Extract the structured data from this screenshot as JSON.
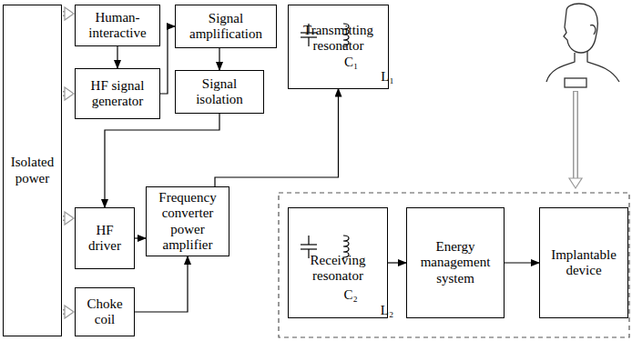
{
  "diagram": {
    "nodes": [
      {
        "text": [
          "Isolated power"
        ]
      },
      {
        "text": [
          "Human-interactive"
        ]
      },
      {
        "text": [
          "HF signal generator"
        ]
      },
      {
        "text": [
          "Signal amplification"
        ]
      },
      {
        "text": [
          "Signal isolation"
        ]
      },
      {
        "text": [
          "Transmitting resonator"
        ]
      },
      {
        "text": [
          "HF driver"
        ]
      },
      {
        "text": [
          "Frequency converter power amplifier"
        ]
      },
      {
        "text": [
          "Choke coil"
        ]
      },
      {
        "text": [
          "Receiving resonator"
        ]
      },
      {
        "text": [
          "Energy management system"
        ]
      },
      {
        "text": [
          "Implantable device"
        ]
      }
    ],
    "edges": [
      {
        "from": 0,
        "to": 1,
        "arrow": "to"
      },
      {
        "from": 0,
        "to": 2,
        "arrow": "to"
      },
      {
        "from": 0,
        "to": 6,
        "arrow": "to"
      },
      {
        "from": 0,
        "to": 8,
        "arrow": "to"
      },
      {
        "from": 1,
        "to": 2,
        "arrow": "to"
      },
      {
        "from": 2,
        "to": 3,
        "arrow": "to"
      },
      {
        "from": 3,
        "to": 4,
        "arrow": "to"
      },
      {
        "from": 4,
        "to": 6,
        "arrow": "to"
      },
      {
        "from": 6,
        "to": 7,
        "arrow": "to"
      },
      {
        "from": 8,
        "to": 7,
        "arrow": "to"
      },
      {
        "from": 7,
        "to": 5,
        "arrow": "to"
      },
      {
        "from": 9,
        "to": 10,
        "arrow": "to"
      },
      {
        "from": 10,
        "to": 11,
        "arrow": "to"
      }
    ],
    "labels": [
      "C₁",
      "L₁",
      "C₂",
      "L₂"
    ]
  }
}
